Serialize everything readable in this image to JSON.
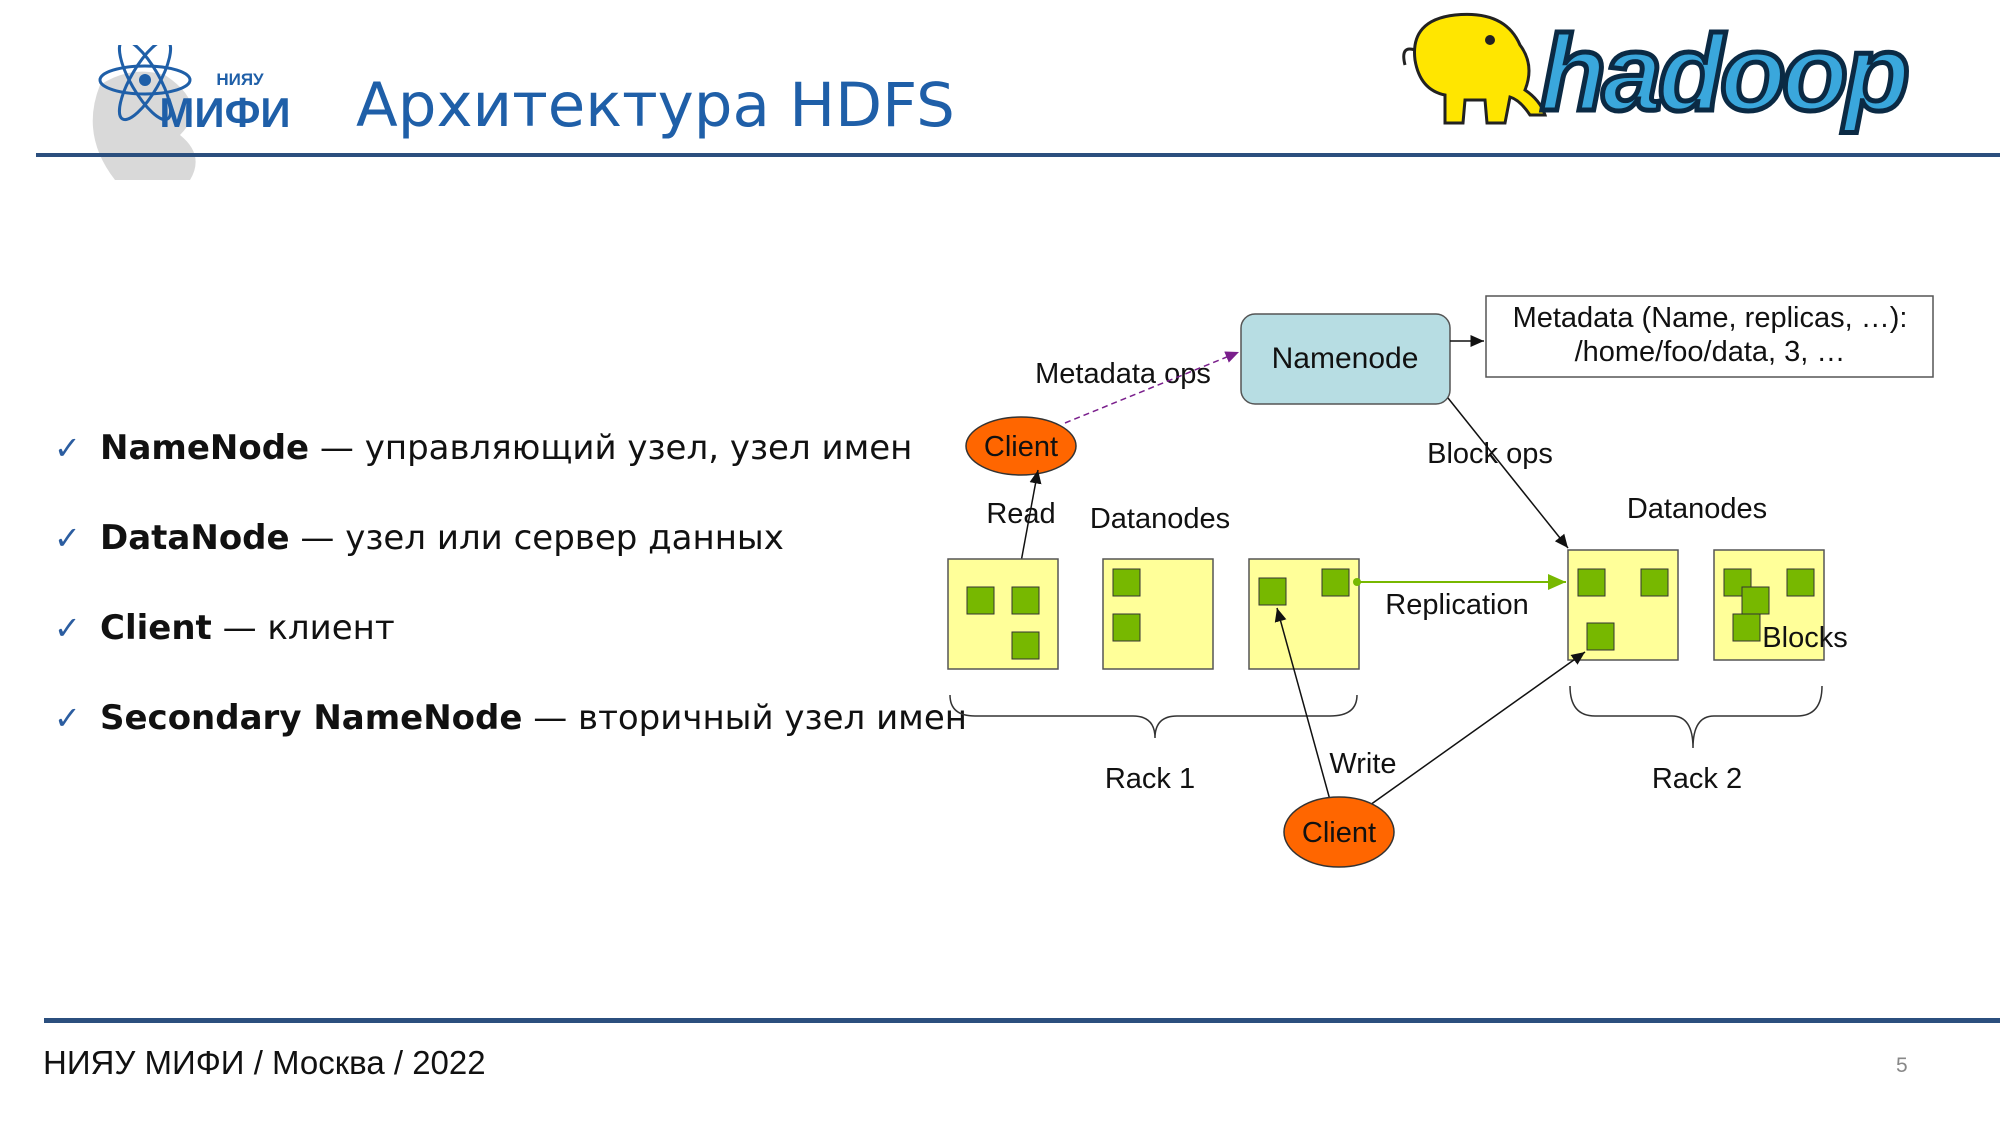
{
  "header": {
    "title": "Архитектура HDFS",
    "logo_left_text": "НИЯУ МИФИ",
    "logo_right_text": "hadoop"
  },
  "bullets": [
    {
      "term": "NameNode",
      "desc": " — управляющий узел, узел имен"
    },
    {
      "term": "DataNode",
      "desc": " — узел или сервер данных"
    },
    {
      "term": "Client",
      "desc": " — клиент"
    },
    {
      "term": "Secondary NameNode",
      "desc": " — вторичный узел имен"
    }
  ],
  "diagram": {
    "namenode": "Namenode",
    "metadata_line1": "Metadata (Name, replicas, …):",
    "metadata_line2": "/home/foo/data, 3, …",
    "metadata_ops": "Metadata ops",
    "block_ops": "Block ops",
    "client_top": "Client",
    "client_bottom": "Client",
    "read": "Read",
    "write": "Write",
    "datanodes_left": "Datanodes",
    "datanodes_right": "Datanodes",
    "replication": "Replication",
    "blocks": "Blocks",
    "rack1": "Rack 1",
    "rack2": "Rack 2"
  },
  "footer": {
    "text": "НИЯУ МИФИ / Москва / 2022",
    "page": "5"
  },
  "colors": {
    "title": "#1f5fa8",
    "rule": "#2b4f7e",
    "namenode_fill": "#b7dde3",
    "client_fill": "#ff6600",
    "datanode_fill": "#ffff99",
    "block_fill": "#77b800"
  }
}
